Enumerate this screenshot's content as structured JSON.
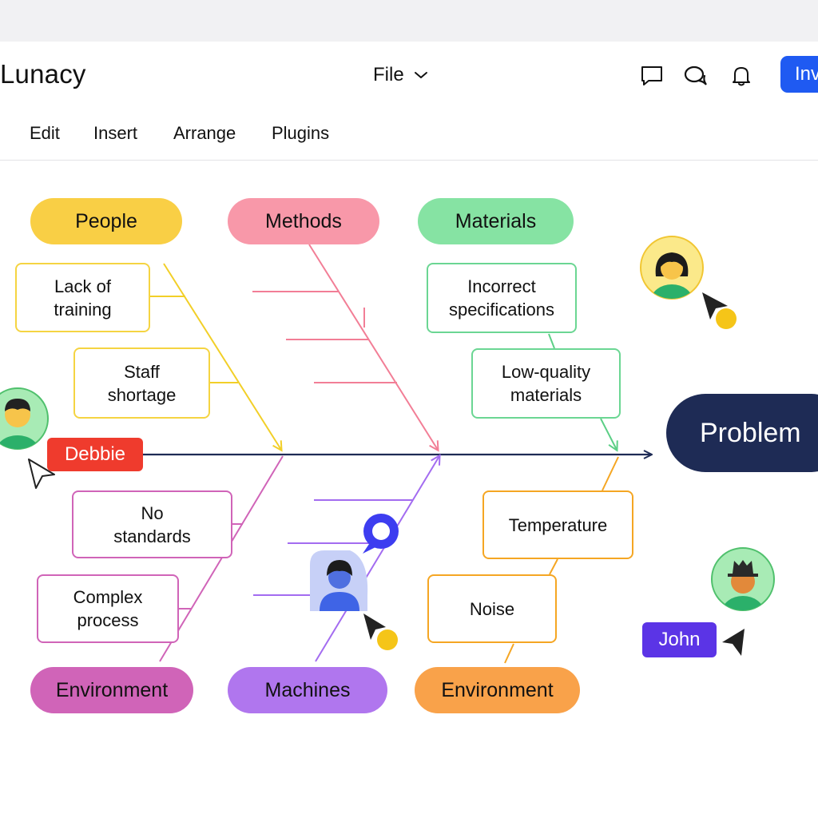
{
  "app": {
    "title": "Lunacy"
  },
  "header": {
    "file_label": "File",
    "invite_label": "Invite",
    "icons": [
      "comment-icon",
      "chat-icon",
      "bell-icon"
    ]
  },
  "menu": {
    "items": [
      "Edit",
      "Insert",
      "Arrange",
      "Plugins"
    ]
  },
  "diagram": {
    "problem": "Problem",
    "categories": {
      "people": "People",
      "methods": "Methods",
      "materials": "Materials",
      "environment_left": "Environment",
      "machines": "Machines",
      "environment_right": "Environment"
    },
    "causes": {
      "lack_of_training": "Lack of\ntraining",
      "staff_shortage": "Staff\nshortage",
      "incorrect_specifications": "Incorrect\nspecifications",
      "low_quality_materials": "Low-quality\nmaterials",
      "no_standards": "No\nstandards",
      "complex_process": "Complex\nprocess",
      "temperature": "Temperature",
      "noise": "Noise"
    }
  },
  "collaborators": [
    {
      "name": "Debbie",
      "color": "#ef3b2d"
    },
    {
      "name": "John",
      "color": "#5b34e6"
    }
  ],
  "colors": {
    "people": "#f9cf45",
    "methods": "#f898a9",
    "materials": "#86e3a3",
    "environment_left": "#d064b8",
    "machines": "#b076ee",
    "environment_right": "#f9a24a",
    "problem": "#1e2b55",
    "invite": "#1f5af2"
  }
}
